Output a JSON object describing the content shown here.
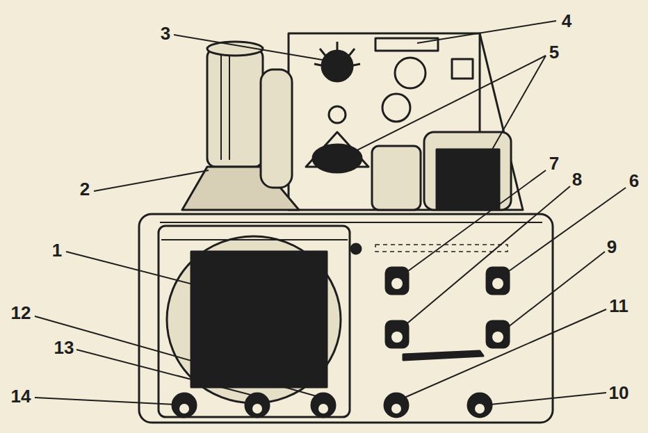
{
  "diagram": {
    "labels": [
      "3",
      "4",
      "5",
      "7",
      "8",
      "6",
      "2",
      "1",
      "9",
      "12",
      "13",
      "11",
      "14",
      "10"
    ]
  }
}
